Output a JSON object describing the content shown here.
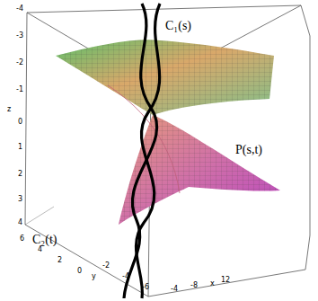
{
  "diagram": {
    "labels": [
      "C₁(s)",
      "P(s,t)",
      "C₂(t)",
      "-4",
      "-3",
      "-2",
      "-1",
      "z",
      "0",
      "1",
      "2",
      "3",
      "4",
      "6",
      "4",
      "2",
      "0",
      "y",
      "-2",
      "-4",
      "-6",
      "-4",
      "-8",
      "x",
      "12"
    ]
  }
}
